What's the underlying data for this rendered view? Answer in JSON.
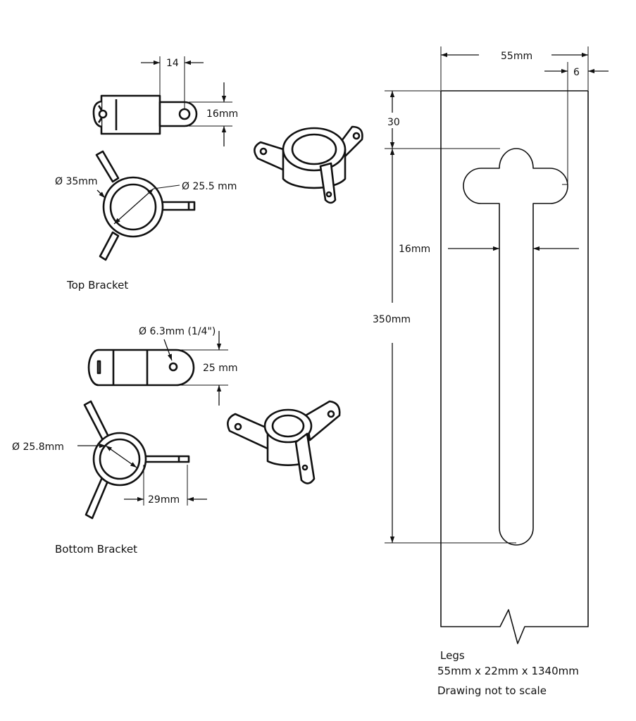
{
  "top_bracket": {
    "caption": "Top Bracket",
    "dim_tab_width": "14",
    "dim_tab_height": "16mm",
    "dim_outer_diameter": "Ø 35mm",
    "dim_inner_diameter": "Ø 25.5 mm"
  },
  "bottom_bracket": {
    "caption": "Bottom Bracket",
    "dim_hole": "Ø 6.3mm (1/4\")",
    "dim_height": "25 mm",
    "dim_diameter": "Ø  25.8mm",
    "dim_tab_length": "29mm"
  },
  "leg": {
    "dim_width": "55mm",
    "dim_edge_offset": "6",
    "dim_top_offset": "30",
    "dim_slot_width": "16mm",
    "dim_slot_length": "350mm",
    "title": "Legs",
    "size": "55mm x 22mm x 1340mm",
    "note": "Drawing not to scale"
  }
}
